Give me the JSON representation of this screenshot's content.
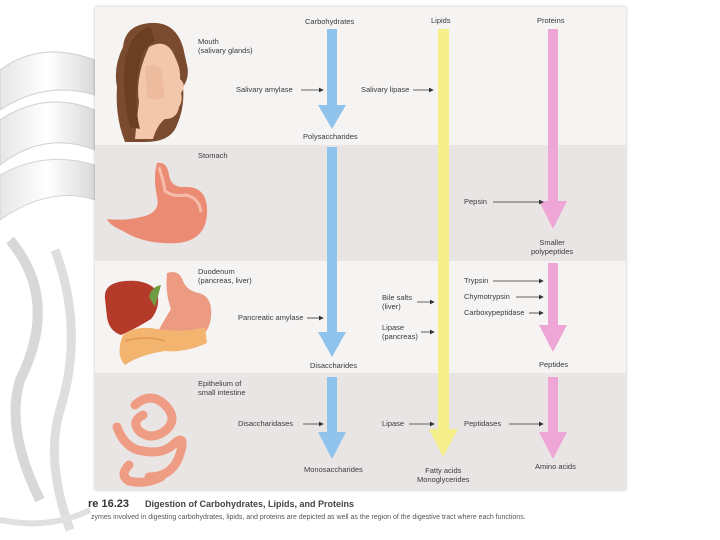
{
  "columns": {
    "carbohydrates": "Carbohydrates",
    "lipids": "Lipids",
    "proteins": "Proteins"
  },
  "colors": {
    "carbohydrates": "#8fc3ec",
    "lipids": "#f6f08c",
    "proteins": "#eea6d6"
  },
  "regions": {
    "mouth": "Mouth\n(salivary glands)",
    "stomach": "Stomach",
    "duodenum": "Duodenum\n(pancreas, liver)",
    "epithelium": "Epithelium of\nsmall intestine"
  },
  "enzymes": {
    "salivary_amylase": "Salivary amylase",
    "salivary_lipase": "Salivary lipase",
    "pepsin": "Pepsin",
    "pancreatic_amylase": "Pancreatic amylase",
    "bile_salts": "Bile salts\n(liver)",
    "lipase_pancreas": "Lipase\n(pancreas)",
    "trypsin": "Trypsin",
    "chymotrypsin": "Chymotrypsin",
    "carboxypeptidase": "Carboxypeptidase",
    "disaccharidases": "Disaccharidases",
    "lipase": "Lipase",
    "peptidases": "Peptidases"
  },
  "products": {
    "polysaccharides": "Polysaccharides",
    "smaller_polypeptides": "Smaller\npolypeptides",
    "disaccharides": "Disaccharides",
    "peptides": "Peptides",
    "monosaccharides": "Monosaccharides",
    "fatty_acids": "Fatty acids\nMonoglycerides",
    "amino_acids": "Amino acids"
  },
  "caption": {
    "number": "re 16.23",
    "title": "Digestion of Carbohydrates, Lipids, and Proteins",
    "body": "zymes involved in digesting carbohydrates, lipids, and proteins are depicted as well as the region of the digestive tract where each functions."
  }
}
